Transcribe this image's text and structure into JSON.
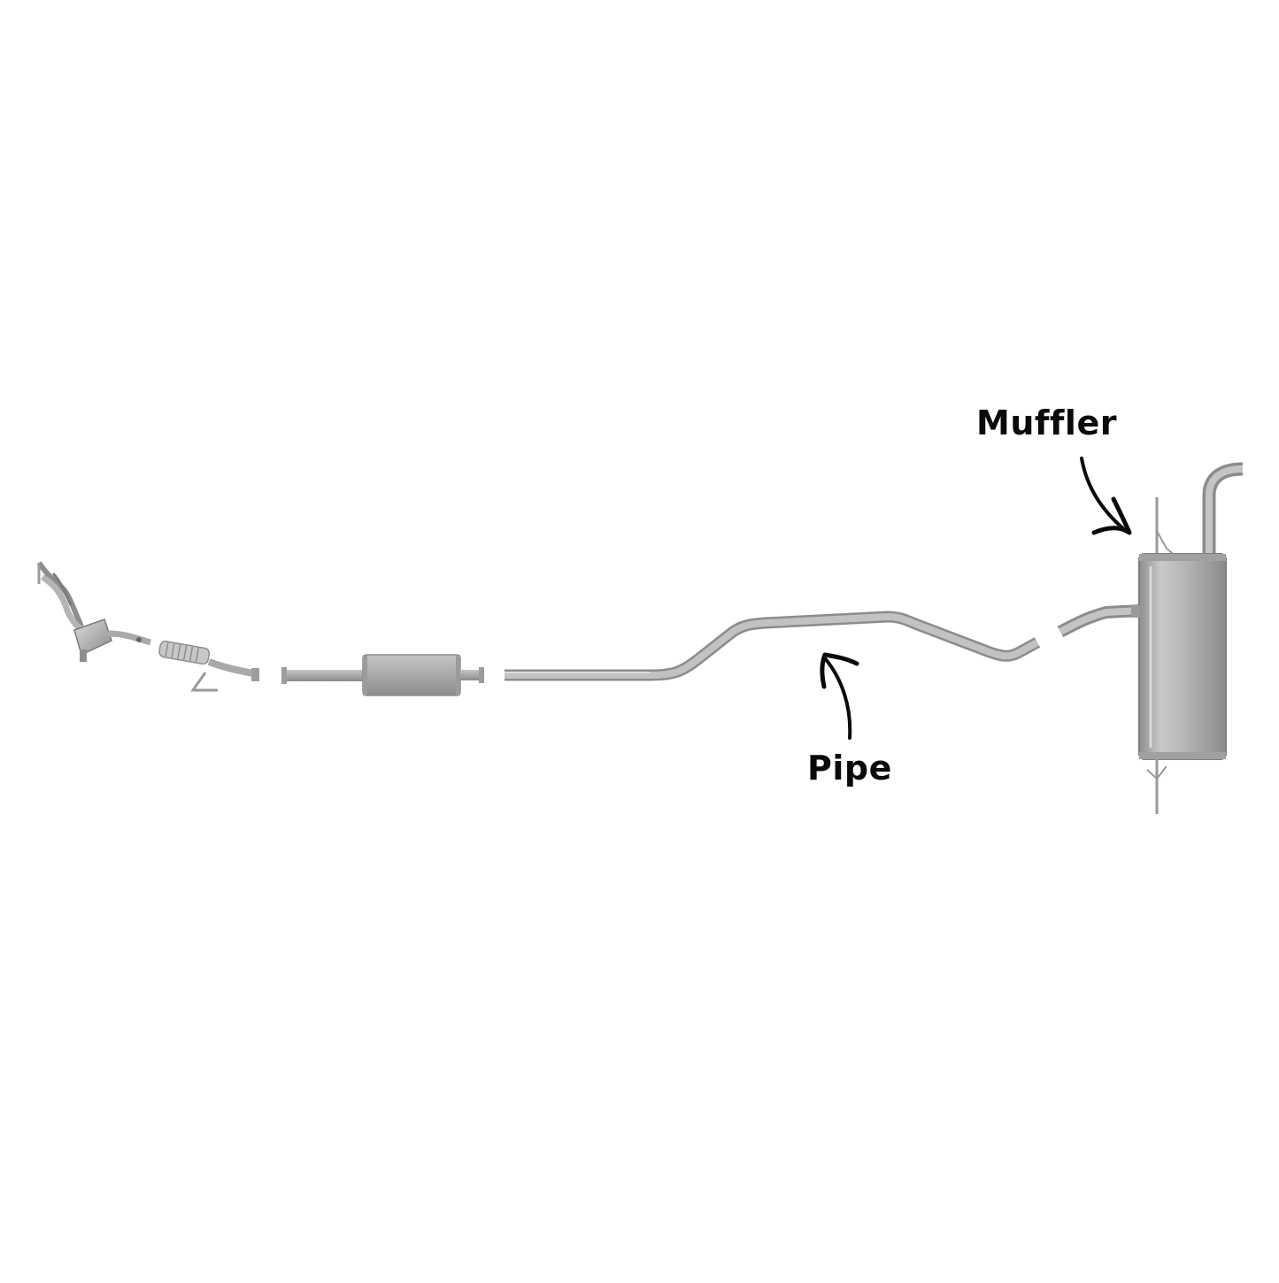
{
  "diagram": {
    "colors": {
      "background": "#ffffff",
      "metal_light": "#d2d2d2",
      "metal_mid": "#a8a8a8",
      "metal_dark": "#7d7d7d",
      "annotation": "#0a0a0a"
    },
    "components": [
      {
        "name": "front-pipe-with-catalytic-converter"
      },
      {
        "name": "middle-silencer-section"
      },
      {
        "name": "intermediate-pipe"
      },
      {
        "name": "rear-muffler-with-tailpipe"
      }
    ],
    "callouts": {
      "muffler": {
        "label": "Muffler",
        "arrow_icon": "curved-arrow-icon"
      },
      "pipe": {
        "label": "Pipe",
        "arrow_icon": "curved-arrow-icon"
      }
    }
  }
}
